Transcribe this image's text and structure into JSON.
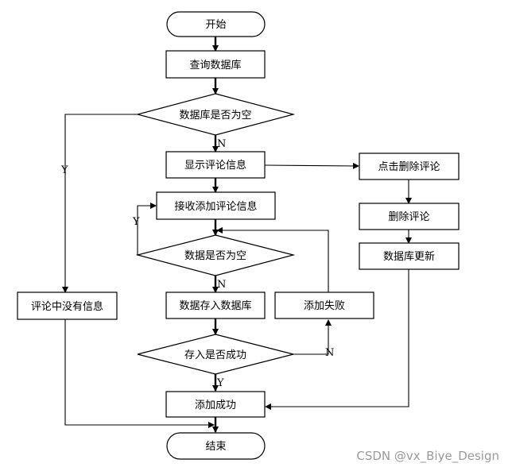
{
  "nodes": {
    "start": "开始",
    "query_db": "查询数据库",
    "db_empty": "数据库是否为空",
    "show_comments": "显示评论信息",
    "click_delete": "点击删除评论",
    "receive_comment": "接收添加评论信息",
    "delete_comment": "删除评论",
    "data_empty": "数据是否为空",
    "db_update": "数据库更新",
    "no_comments": "评论中没有信息",
    "save_data": "数据存入数据库",
    "add_failed": "添加失败",
    "save_success_q": "存入是否成功",
    "add_success": "添加成功",
    "end": "结束"
  },
  "edge_labels": {
    "db_empty_no": "N",
    "db_empty_yes": "Y",
    "data_empty_yes": "Y",
    "data_empty_no": "N",
    "save_no": "N",
    "save_yes": "Y"
  },
  "watermark": "CSDN @vx_Biye_Design"
}
